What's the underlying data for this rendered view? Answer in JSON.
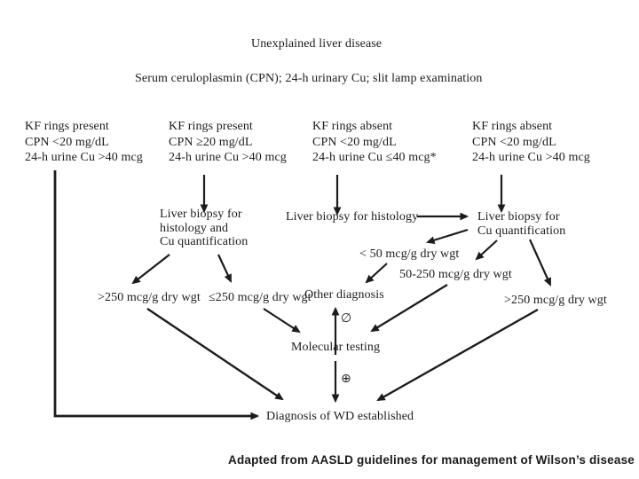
{
  "diagram": {
    "title": "Unexplained liver disease",
    "subtitle": "Serum ceruloplasmin (CPN); 24-h urinary Cu; slit lamp examination",
    "branches": [
      {
        "lines": [
          "KF rings present",
          "CPN <20 mg/dL",
          "24-h urine Cu >40 mcg"
        ]
      },
      {
        "lines": [
          "KF rings present",
          "CPN ≥20 mg/dL",
          "24-h urine Cu >40 mcg"
        ]
      },
      {
        "lines": [
          "KF rings absent",
          "CPN <20 mg/dL",
          "24-h urine Cu ≤40 mcg*"
        ]
      },
      {
        "lines": [
          "KF rings absent",
          "CPN <20 mg/dL",
          "24-h urine Cu >40 mcg"
        ]
      }
    ],
    "nodes": {
      "biopsy_combined": {
        "lines": [
          "Liver biopsy for",
          "histology and",
          "Cu quantification"
        ]
      },
      "biopsy_histology": "Liver biopsy for histology",
      "biopsy_cu": {
        "lines": [
          "Liver biopsy for",
          "Cu quantification"
        ]
      },
      "cu_lt50": "< 50 mcg/g dry wgt",
      "cu_50_250": "50-250 mcg/g dry wgt",
      "cu_gt250_left": ">250 mcg/g dry wgt",
      "cu_le250": "≤250 mcg/g dry wgt",
      "other_diagnosis": "Other diagnosis",
      "cu_gt250_right": ">250 mcg/g dry wgt",
      "negative_symbol": "∅",
      "molecular_testing": "Molecular testing",
      "positive_symbol": "⊕",
      "diagnosis": "Diagnosis of WD established"
    },
    "caption": "Adapted from AASLD guidelines for management of Wilson’s disease",
    "colors": {
      "ink": "#1c1c1c",
      "background": "#ffffff"
    }
  }
}
